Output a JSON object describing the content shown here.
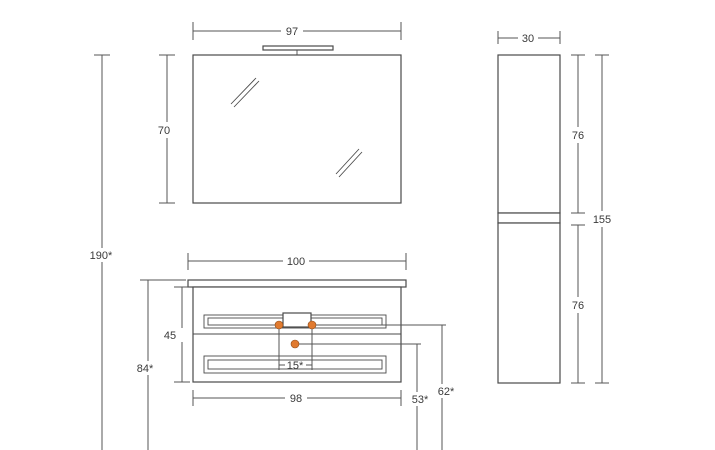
{
  "colors": {
    "line": "#4a4a4a",
    "dimension_line": "#555555",
    "text": "#3a3a3a",
    "accent_connector": "#e07a2f",
    "background": "#ffffff"
  },
  "dimensions": {
    "mirror_width": "97",
    "mirror_height": "70",
    "column_width": "30",
    "column_upper_height": "76",
    "column_lower_height": "76",
    "column_total_height": "155",
    "total_height": "190*",
    "basin_width": "100",
    "cabinet_width": "98",
    "drawer_height": "45",
    "cabinet_floor_height": "84*",
    "connector_spacing": "15*",
    "drain_height_lower": "53*",
    "drain_height_upper": "62*"
  }
}
